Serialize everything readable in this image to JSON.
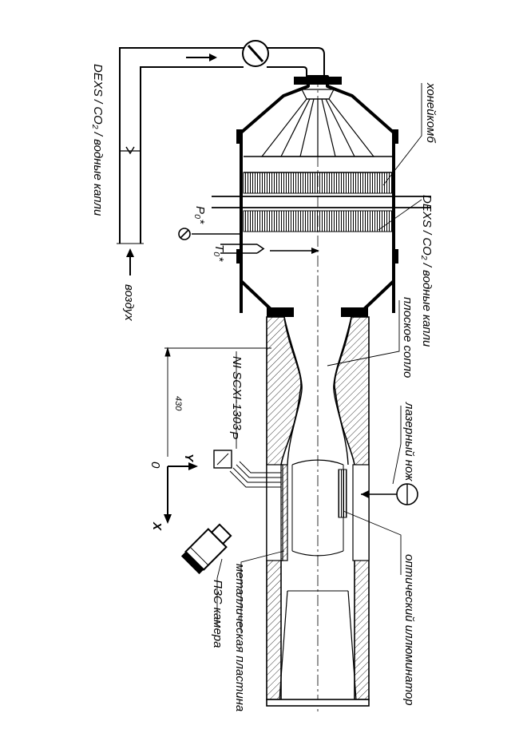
{
  "labels": {
    "honeycomb": "хонейкомб",
    "dexs_right": "DEXS / CO₂ / водные капли",
    "dexs_left": "DEXS / CO₂ / водные капли",
    "flat_nozzle": "плоское сопло",
    "laser_knife": "лазерный нож",
    "optical_illuminator": "оптический иллюминатор",
    "metal_plate": "металлическая пластина",
    "ccd_camera": "ПЗС камера",
    "ni_module": "NI SCXI-1303",
    "air": "воздух",
    "p0": "P₀*",
    "t0": "T₀*",
    "p": "P",
    "dim_430": "430",
    "axis_x": "X",
    "axis_y": "Y",
    "origin": "0"
  }
}
